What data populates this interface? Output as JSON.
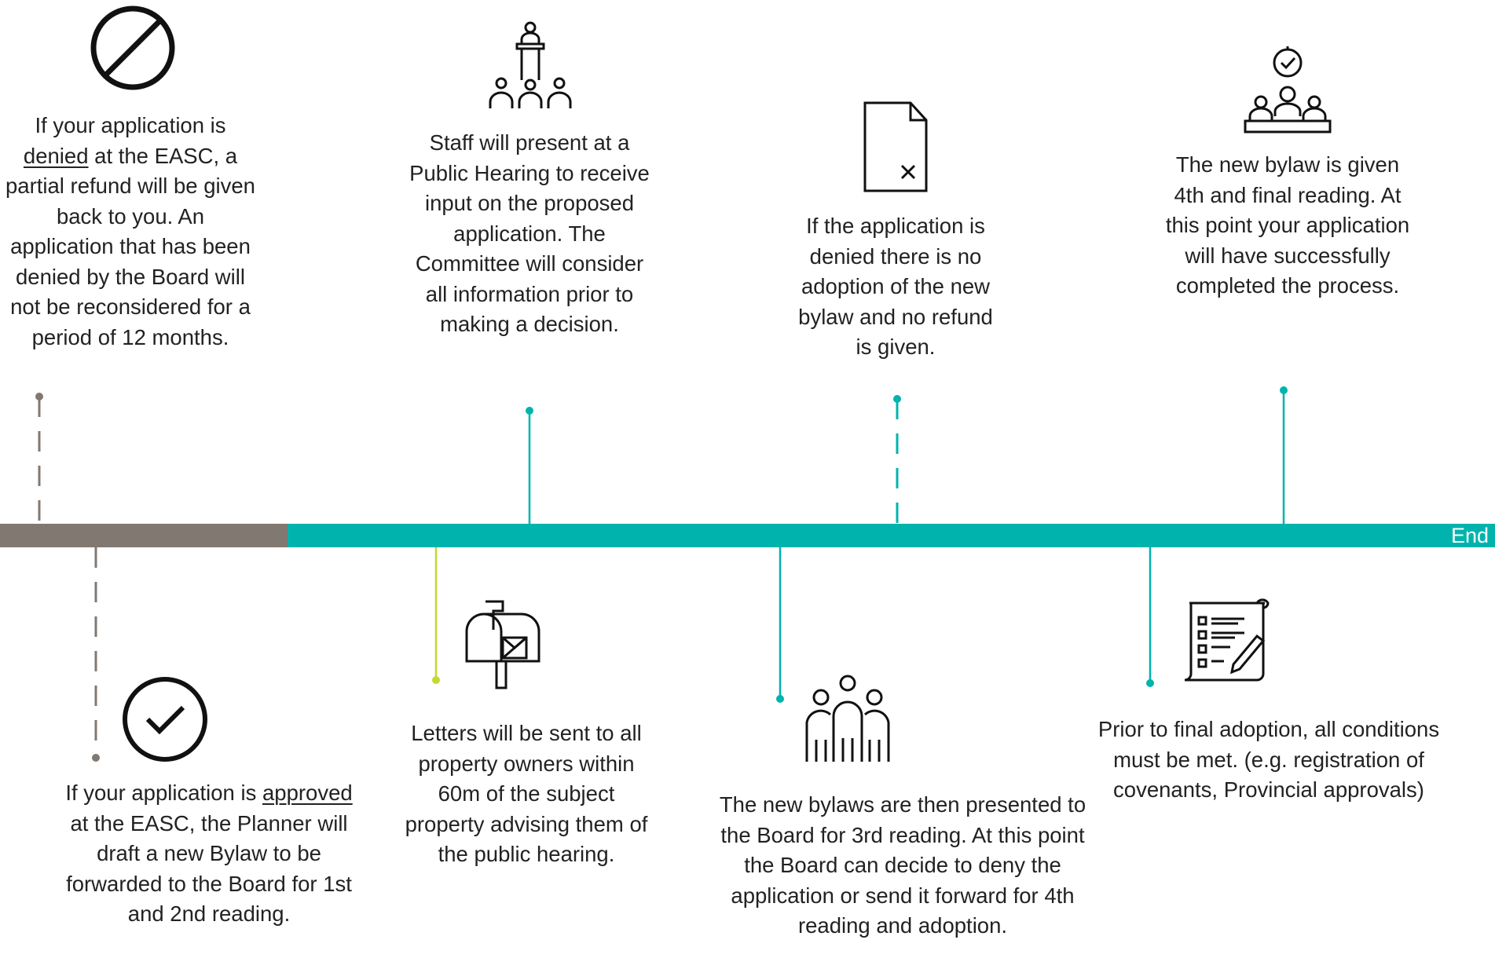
{
  "timeline": {
    "end_label": "End",
    "colors": {
      "teal": "#00b4ad",
      "grey": "#807871",
      "lime": "#c4d82e"
    }
  },
  "steps": {
    "denied_easc": {
      "icon": "prohibited-icon",
      "pre": "If your application is",
      "emphasis": "denied",
      "post": "at the EASC, a partial refund will be given back to you. An application that has been denied by the Board will not be reconsidered for a period of 12 months."
    },
    "approved_easc": {
      "icon": "checkmark-circle-icon",
      "pre": "If your application is",
      "emphasis": "approved",
      "post": "at the EASC, the Planner will draft a new Bylaw to be forwarded to the Board for 1st and 2nd reading."
    },
    "public_hearing": {
      "icon": "podium-audience-icon",
      "text": "Staff will present at a Public Hearing to receive input on the proposed application. The Committee will consider all information prior to making a decision."
    },
    "letters": {
      "icon": "mailbox-icon",
      "text": "Letters will be sent to all property owners within 60m of the subject property advising them of the public hearing."
    },
    "no_adoption": {
      "icon": "document-x-icon",
      "text": "If the application is denied there is no adoption of the new bylaw and no refund is given."
    },
    "third_reading": {
      "icon": "group-people-icon",
      "text": "The new bylaws are then presented to the Board for 3rd reading. At this point the Board can decide to deny the application or send it forward for 4th reading and adoption."
    },
    "final_reading": {
      "icon": "board-approval-icon",
      "text": "The new bylaw is given 4th and final reading. At this point your application will have successfully completed the process."
    },
    "conditions": {
      "icon": "checklist-scroll-icon",
      "text": "Prior to final adoption, all conditions must be met. (e.g. registration of covenants, Provincial approvals)"
    }
  }
}
